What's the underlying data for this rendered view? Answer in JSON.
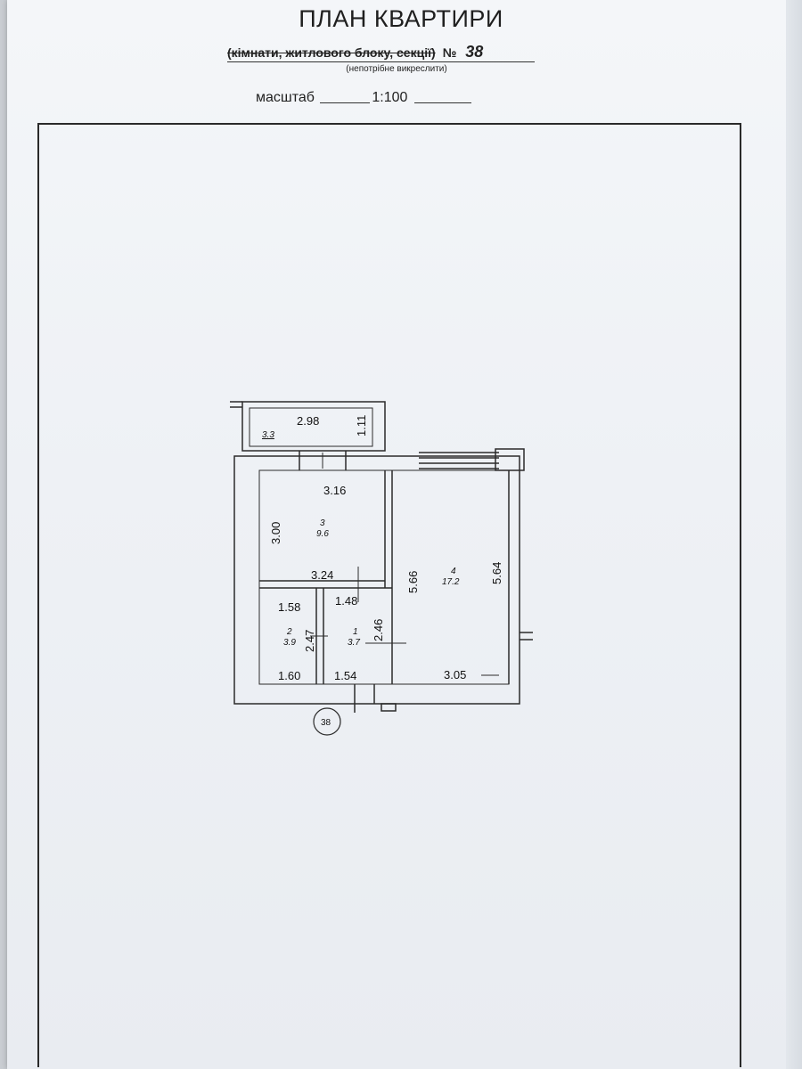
{
  "header": {
    "title": "ПЛАН КВАРТИРИ",
    "subtitle_struck": "(кімнати, житлового блоку, секції)",
    "number_label": "№",
    "number_value": "38",
    "note": "(непотрібне викреслити)",
    "scale_label": "масштаб",
    "scale_value": "1:100"
  },
  "plan": {
    "balcony": {
      "length": "2.98",
      "width": "1.11",
      "area": "3.3"
    },
    "room3": {
      "top_dim": "3.16",
      "side_dim": "3.00",
      "bottom_dim": "3.24",
      "number": "3",
      "area": "9.6"
    },
    "room4": {
      "left_dim": "5.66",
      "right_dim": "5.64",
      "bottom_dim": "3.05",
      "number": "4",
      "area": "17.2"
    },
    "room2": {
      "top_dim": "1.58",
      "side_dim": "2.47",
      "bottom_dim": "1.60",
      "number": "2",
      "area": "3.9"
    },
    "room1": {
      "top_dim": "1.48",
      "side_dim": "2.46",
      "bottom_dim": "1.54",
      "number": "1",
      "area": "3.7"
    },
    "apartment_marker": "38"
  }
}
